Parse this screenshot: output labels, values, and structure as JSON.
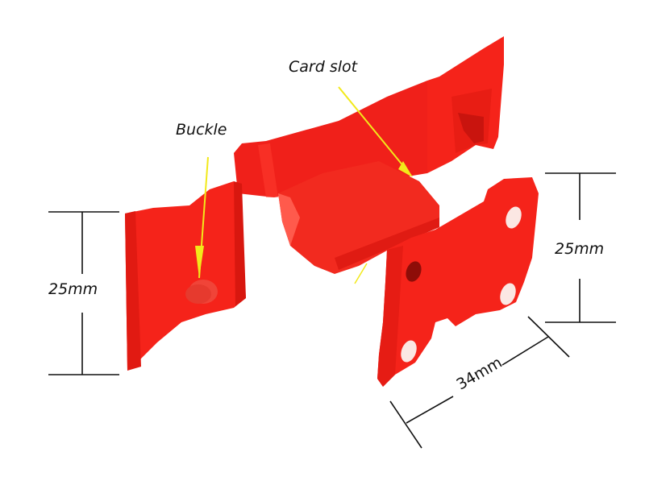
{
  "callouts": {
    "card_slot": "Card slot",
    "buckle": "Buckle"
  },
  "dimensions": {
    "left_height": "25mm",
    "right_height": "25mm",
    "bottom_width": "34mm"
  },
  "colors": {
    "part_red": "#f5231a",
    "part_shadow": "#c9140e",
    "part_highlight": "#ff4a3c",
    "arrow_yellow": "#f2e91a",
    "dimension_line": "#111111",
    "background": "#ffffff"
  }
}
